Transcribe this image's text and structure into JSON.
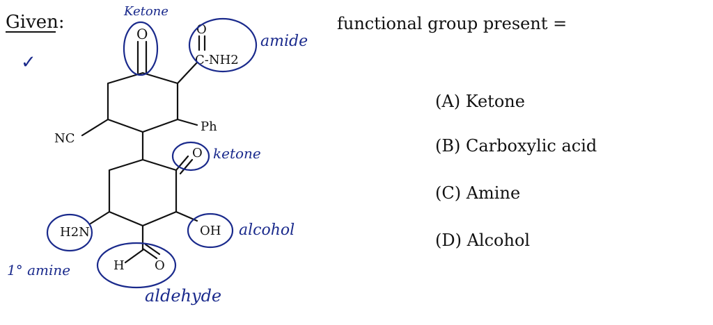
{
  "given_heading": "Given:",
  "checkmark": "✓",
  "prompt": "functional group present =",
  "options": [
    {
      "label": "(A) Ketone"
    },
    {
      "label": "(B) Carboxylic acid"
    },
    {
      "label": "(C) Amine"
    },
    {
      "label": "(D) Alcohol"
    }
  ],
  "molecule": {
    "substituents": {
      "amide_o": "O",
      "amide_group": "C-NH2",
      "phenyl": "Ph",
      "nitrile": "NC",
      "ketone2_o": "O",
      "amine": "H2N",
      "hydroxyl": "OH",
      "aldehyde_h": "H",
      "aldehyde_o": "O"
    },
    "annotations": {
      "ketone_top": "Ketone",
      "amide": "amide",
      "ketone_mid": "ketone",
      "alcohol": "alcohol",
      "primary_amine": "1° amine",
      "aldehyde": "aldehyde"
    }
  },
  "colors": {
    "ink": "#111111",
    "annotation": "#1a2a8c"
  }
}
